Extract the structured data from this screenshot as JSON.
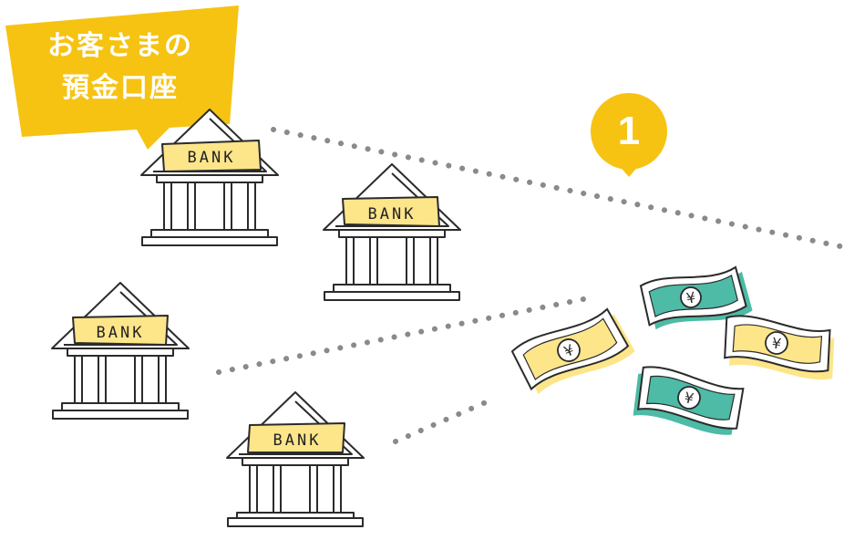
{
  "callout": {
    "line1": "お客さまの",
    "line2": "預金口座",
    "color": "#f6c313"
  },
  "step_badge": {
    "number": "1",
    "color": "#f6c313"
  },
  "banks": [
    {
      "label": "BANK"
    },
    {
      "label": "BANK"
    },
    {
      "label": "BANK"
    },
    {
      "label": "BANK"
    }
  ],
  "currency_symbol": "¥",
  "colors": {
    "label_fill": "#fde58a",
    "bill_yellow": "#fde58a",
    "bill_teal": "#4dbba6",
    "dots": "#8a8a8a",
    "outline": "#2b2b2b"
  }
}
